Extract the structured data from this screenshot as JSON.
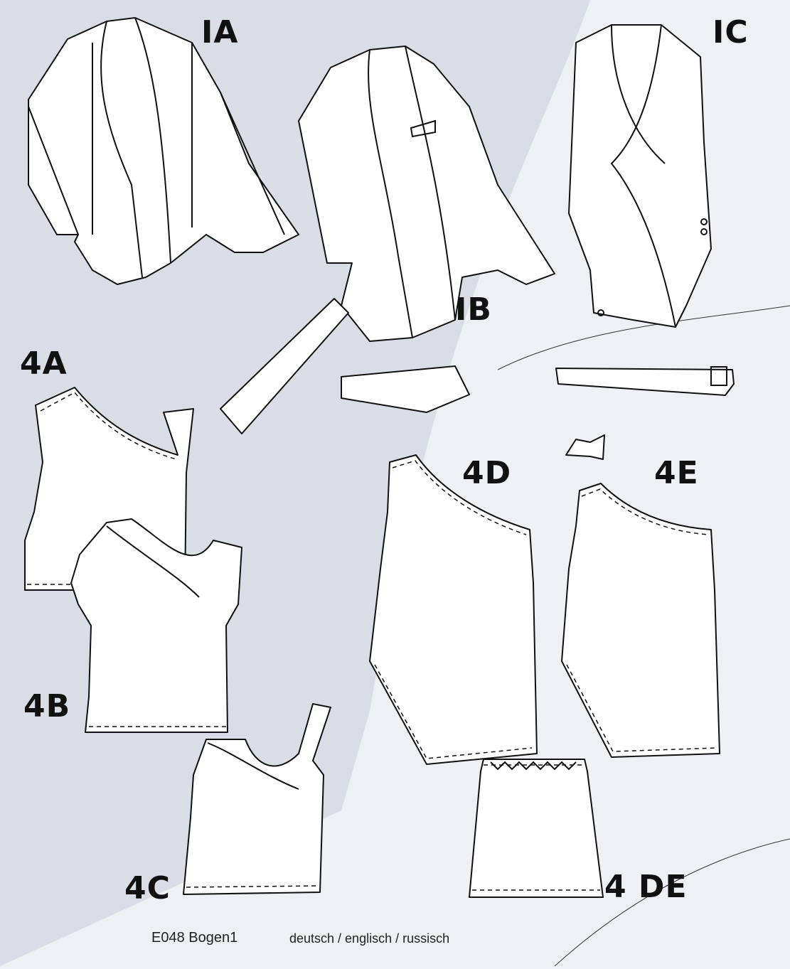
{
  "models": {
    "1A": "IA",
    "1B": "IB",
    "1C": "IC",
    "4A": "4A",
    "4B": "4B",
    "4C": "4C",
    "4D": "4D",
    "4E": "4E",
    "4DE": "4 DE"
  },
  "footer": {
    "code": "E048 Bogen1",
    "languages": "deutsch / englisch / russisch"
  },
  "colors": {
    "paper": "#eef0f4",
    "shade": "#d9dde5",
    "line": "#111111"
  }
}
